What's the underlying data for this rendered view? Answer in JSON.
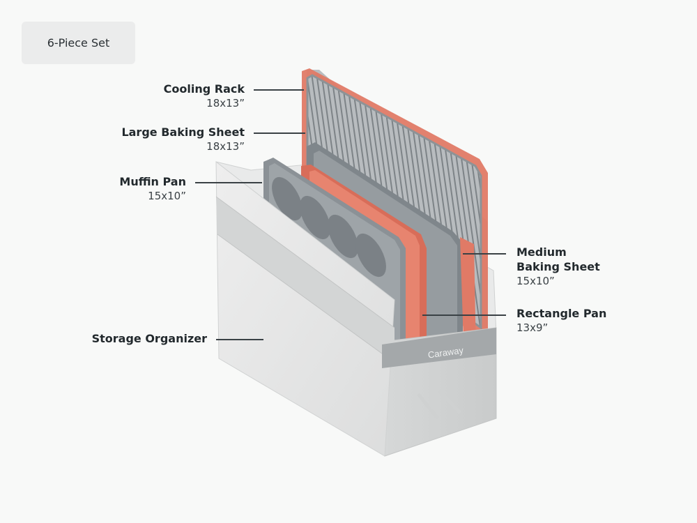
{
  "badge": {
    "label": "6-Piece Set"
  },
  "callouts": {
    "cooling_rack": {
      "name": "Cooling Rack",
      "size": "18x13”"
    },
    "large_baking_sheet": {
      "name": "Large Baking Sheet",
      "size": "18x13”"
    },
    "muffin_pan": {
      "name": "Muffin Pan",
      "size": "15x10”"
    },
    "medium_baking_sheet": {
      "name_line1": "Medium",
      "name_line2": "Baking Sheet",
      "size": "15x10”"
    },
    "rectangle_pan": {
      "name": "Rectangle Pan",
      "size": "13x9”"
    },
    "storage_organizer": {
      "name": "Storage Organizer"
    }
  },
  "product": {
    "brand": "Caraway"
  },
  "colors": {
    "background": "#f8f9f8",
    "badge": "#ebecec",
    "coral": "#e07a66",
    "pan_gray": "#8b9196",
    "organizer": "#e4e5e5"
  }
}
